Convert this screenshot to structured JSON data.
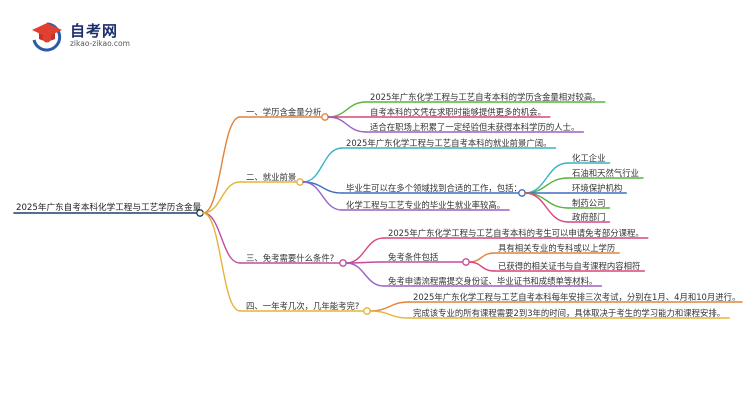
{
  "logo": {
    "title": "自考网",
    "subtitle": "zikao-zikao.com"
  },
  "root": "2025年广东自考本科化学工程与工艺学历含金量",
  "branches": [
    {
      "label": "一、学历含金量分析",
      "color": "#e3833b",
      "children": [
        {
          "label": "2025年广东化学工程与工艺自考本科的学历含金量相对较高。",
          "color": "#59b33d"
        },
        {
          "label": "自考本科的文凭在求职时能够提供更多的机会。",
          "color": "#d9457f"
        },
        {
          "label": "适合在职场上积累了一定经验但未获得本科学历的人士。",
          "color": "#9b5fc6"
        }
      ]
    },
    {
      "label": "二、就业前景",
      "color": "#e6b339",
      "children": [
        {
          "label": "2025年广东化学工程与工艺自考本科的就业前景广阔。",
          "color": "#39b3c4"
        },
        {
          "label": "毕业生可以在多个领域找到合适的工作，包括：",
          "color": "#3f6fbf",
          "children": [
            {
              "label": "化工企业",
              "color": "#39b3c4"
            },
            {
              "label": "石油和天然气行业",
              "color": "#59b33d"
            },
            {
              "label": "环境保护机构",
              "color": "#3f6fbf"
            },
            {
              "label": "制药公司",
              "color": "#59b33d"
            },
            {
              "label": "政府部门",
              "color": "#d9457f"
            }
          ]
        },
        {
          "label": "化学工程与工艺专业的毕业生就业率较高。",
          "color": "#9b5fc6"
        }
      ]
    },
    {
      "label": "三、免考需要什么条件?",
      "color": "#c44b9c",
      "children": [
        {
          "label": "2025年广东化学工程与工艺自考本科的考生可以申请免考部分课程。",
          "color": "#d9457f"
        },
        {
          "label": "免考条件包括",
          "color": "#c44b9c",
          "children": [
            {
              "label": "具有相关专业的专科或以上学历",
              "color": "#e3833b"
            },
            {
              "label": "已获得的相关证书与自考课程内容相符",
              "color": "#d9457f"
            }
          ]
        },
        {
          "label": "免考申请流程需提交身份证、毕业证书和成绩单等材料。",
          "color": "#9b5fc6"
        }
      ]
    },
    {
      "label": "四、一年考几次，几年能考完?",
      "color": "#e6b339",
      "children": [
        {
          "label": "2025年广东化学工程与工艺自考本科每年安排三次考试，分别在1月、4月和10月进行。",
          "color": "#e3833b"
        },
        {
          "label": "完成该专业的所有课程需要2到3年的时间，具体取决于考生的学习能力和课程安排。",
          "color": "#e6b339"
        }
      ]
    }
  ]
}
